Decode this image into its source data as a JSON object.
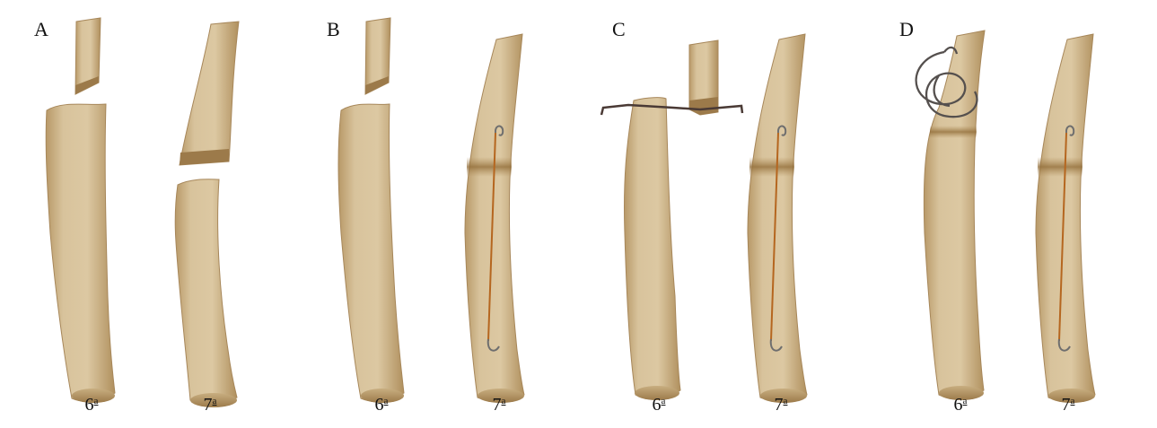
{
  "panels": [
    {
      "letter": "A",
      "left_rib": {
        "number": "6",
        "ordinal": "a"
      },
      "right_rib": {
        "number": "7",
        "ordinal": "a"
      }
    },
    {
      "letter": "B",
      "left_rib": {
        "number": "6",
        "ordinal": "a"
      },
      "right_rib": {
        "number": "7",
        "ordinal": "a"
      }
    },
    {
      "letter": "C",
      "left_rib": {
        "number": "6",
        "ordinal": "a"
      },
      "right_rib": {
        "number": "7",
        "ordinal": "a"
      }
    },
    {
      "letter": "D",
      "left_rib": {
        "number": "6",
        "ordinal": "a"
      },
      "right_rib": {
        "number": "7",
        "ordinal": "a"
      }
    }
  ],
  "colors": {
    "bone": "#d8c39c",
    "bone_dark": "#b89968",
    "bone_edge": "#9c7a4a",
    "wire": "#4a3a35",
    "implant": "#b5661f"
  }
}
